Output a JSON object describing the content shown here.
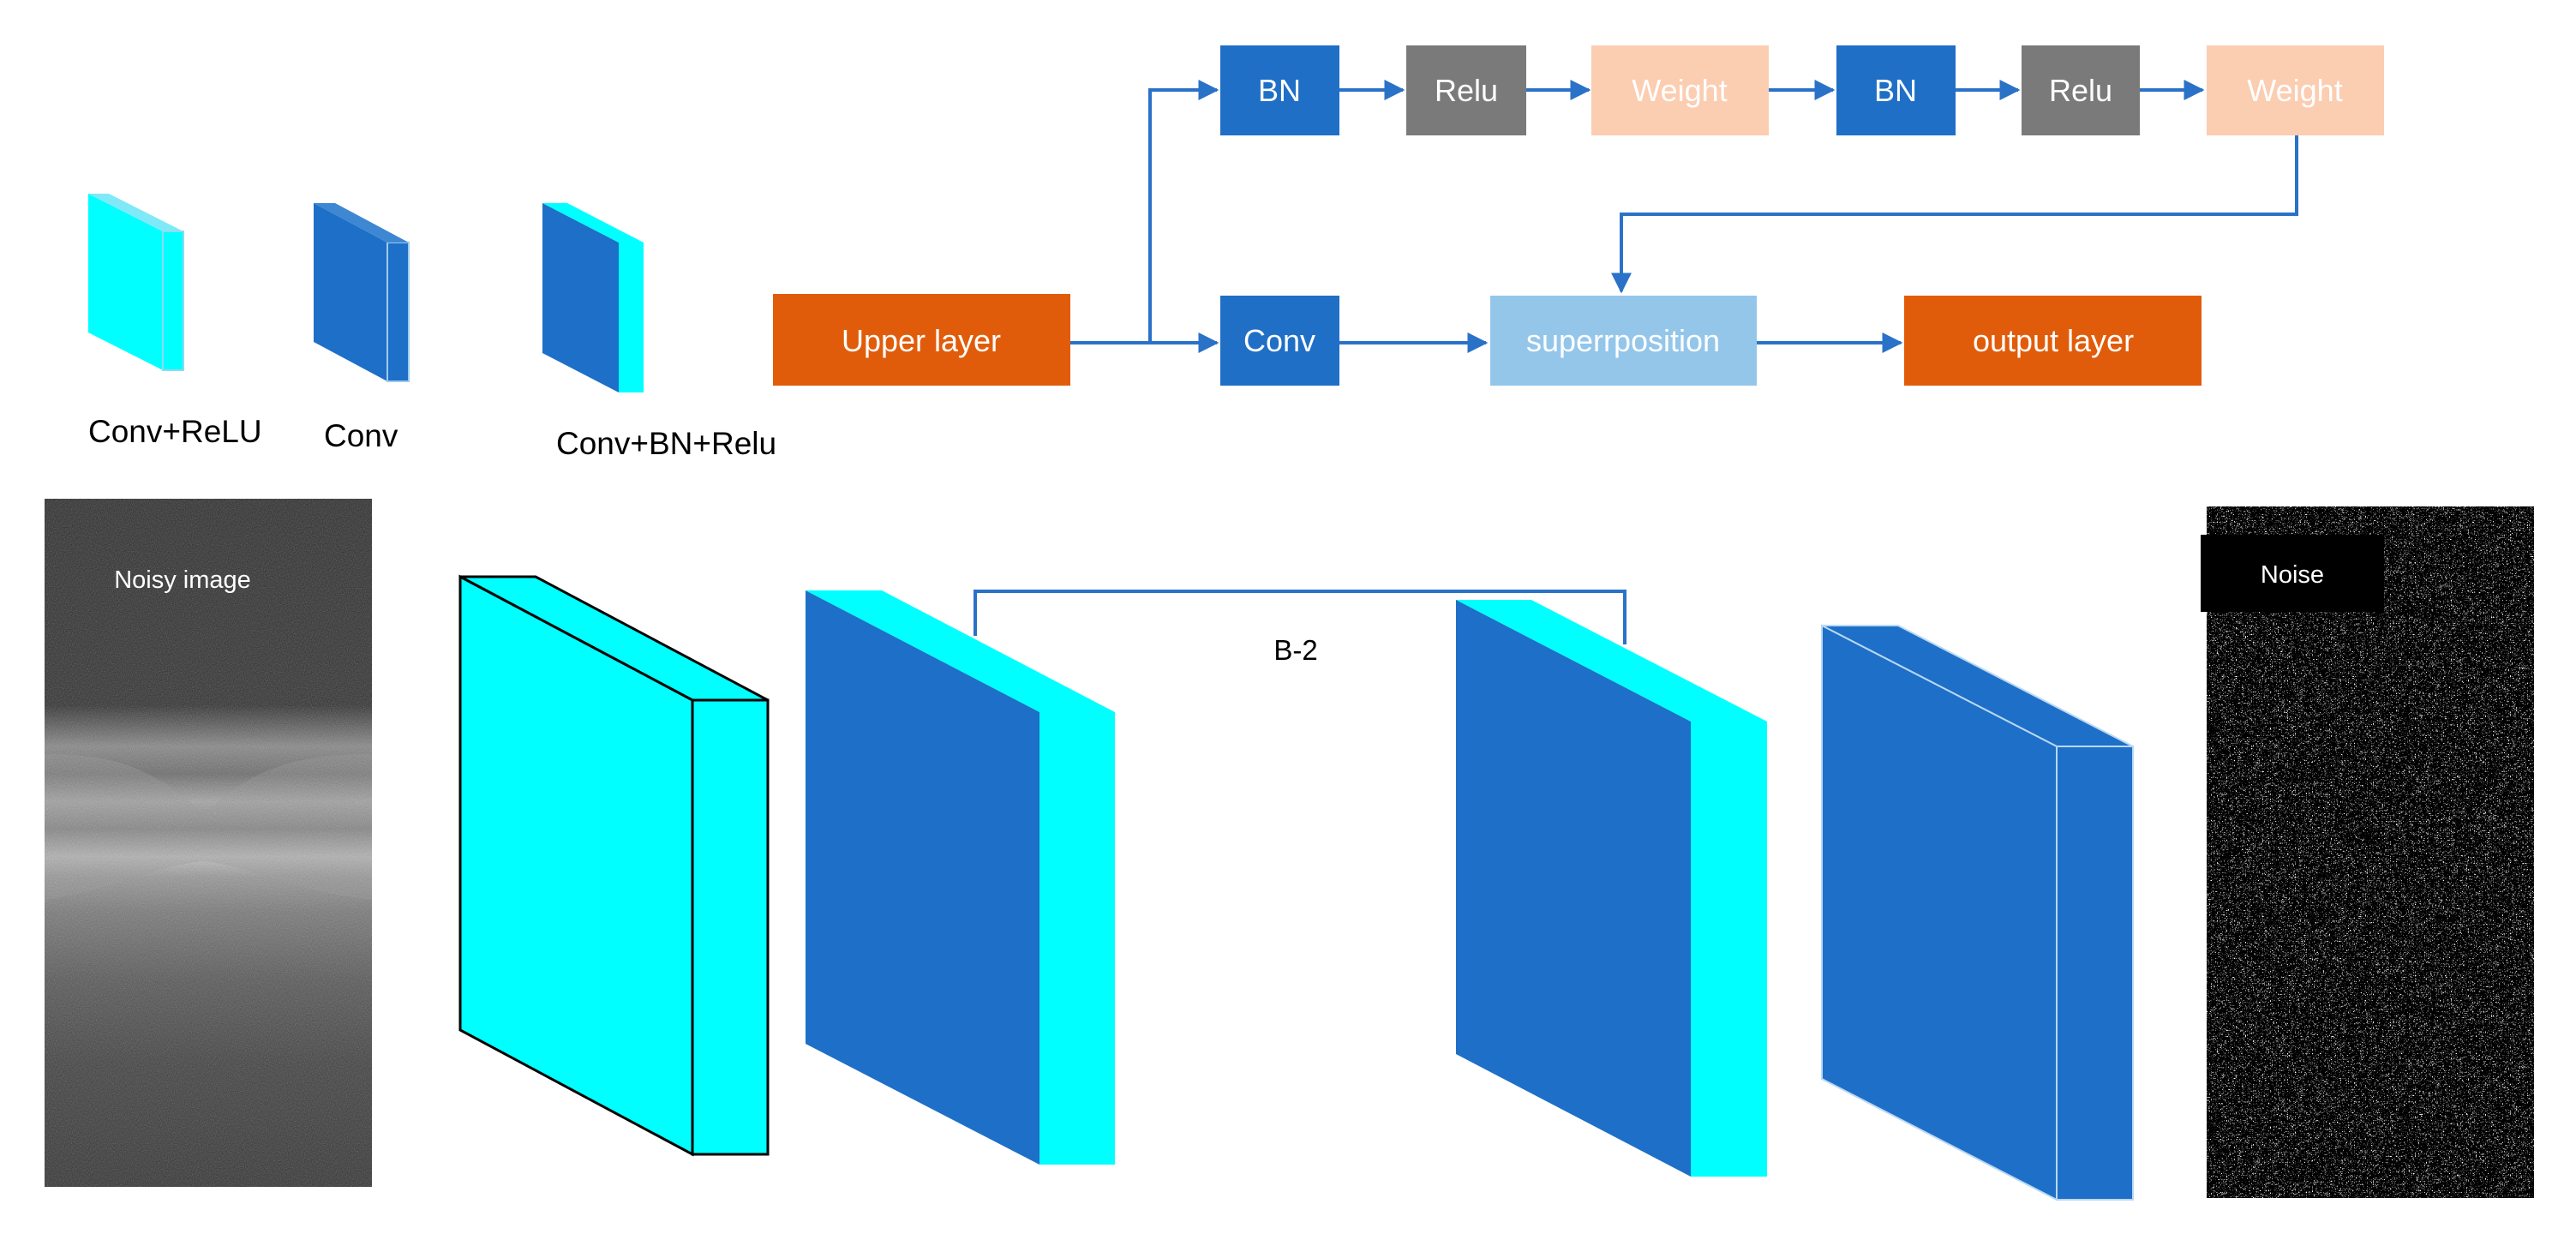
{
  "colors": {
    "bn": "#1f6fc6",
    "relu": "#7a7a7a",
    "weight": "#fbcdb1",
    "conv": "#1f6fc6",
    "superposition": "#94c6ea",
    "io": "#e15c0a",
    "arrow": "#2a72c8",
    "cyan": "#00ffff",
    "blue": "#1e6fc7"
  },
  "residual_block": {
    "upper_layer": "Upper layer",
    "top_path": [
      "BN",
      "Relu",
      "Weight",
      "BN",
      "Relu",
      "Weight"
    ],
    "conv": "Conv",
    "superposition": "superrposition",
    "output_layer": "output layer"
  },
  "legend": [
    {
      "label": "Conv+ReLU",
      "icon": "cyan-slab-icon"
    },
    {
      "label": "Conv",
      "icon": "blue-slab-icon"
    },
    {
      "label": "Conv+BN+Relu",
      "icon": "blue-cyan-slab-icon"
    }
  ],
  "network": {
    "input_label": "Noisy image",
    "skip_label": "B-2",
    "output_label": "Noise"
  }
}
